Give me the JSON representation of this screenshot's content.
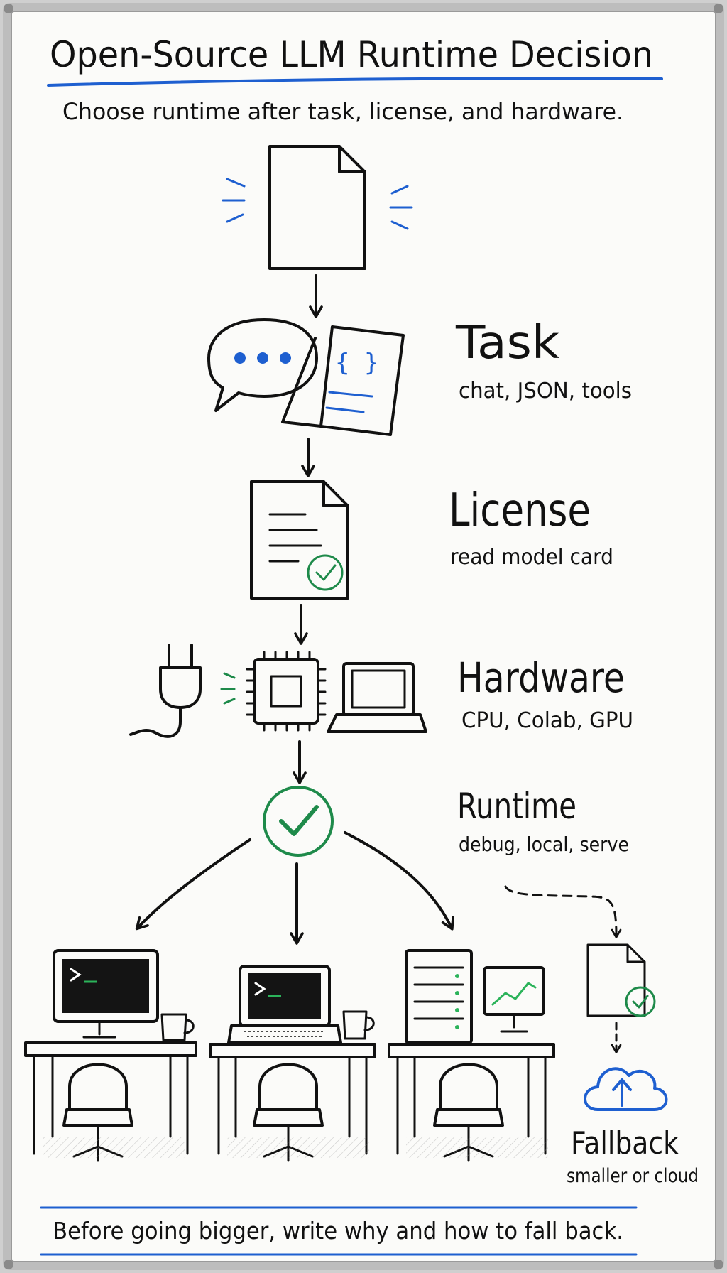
{
  "title": "Open-Source LLM Runtime Decision",
  "subtitle": "Choose runtime after task, license, and hardware.",
  "steps": [
    {
      "name": "Task",
      "detail": "chat, JSON, tools"
    },
    {
      "name": "License",
      "detail": "read model card"
    },
    {
      "name": "Hardware",
      "detail": "CPU, Colab, GPU"
    },
    {
      "name": "Runtime",
      "detail": "debug, local, serve"
    }
  ],
  "fallback": {
    "name": "Fallback",
    "detail": "smaller or cloud"
  },
  "footer": "Before going bigger, write why and how to fall back.",
  "colors": {
    "ink": "#111111",
    "accent_blue": "#1e5fd0",
    "accent_green": "#1e8a4a",
    "board": "#fbfbf9",
    "frame": "#bdbdbd"
  },
  "icons": {
    "start": "document-icon",
    "task": [
      "chat-bubble-icon",
      "json-document-icon"
    ],
    "license": "license-check-document-icon",
    "hardware": [
      "power-plug-icon",
      "cpu-chip-icon",
      "laptop-icon"
    ],
    "runtime": "check-circle-icon",
    "options": [
      "debug-desk-terminal-icon",
      "local-laptop-desk-icon",
      "server-rack-desk-icon"
    ],
    "fallback": [
      "checked-document-icon",
      "cloud-upload-icon"
    ]
  }
}
